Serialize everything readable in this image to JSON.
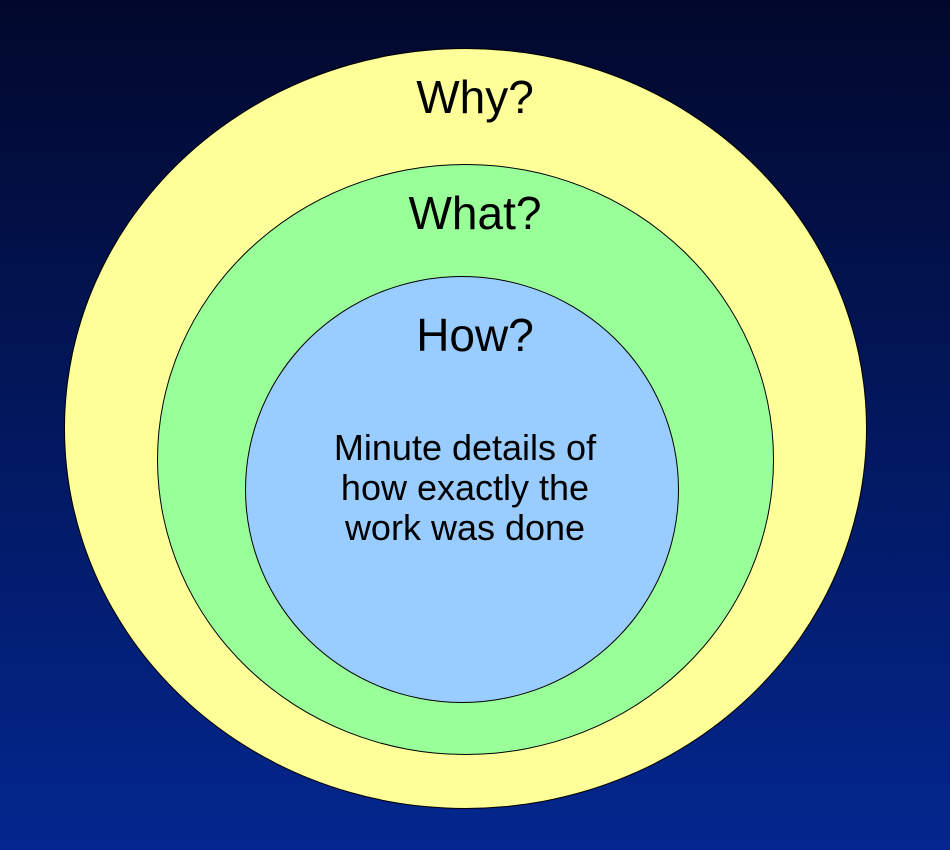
{
  "diagram": {
    "colors": {
      "background_top": "#02082c",
      "background_bottom": "#03278f",
      "outer_circle": "#ffff99",
      "middle_circle": "#99ff99",
      "inner_circle": "#99ccff",
      "outline": "#000000",
      "text": "#000000"
    },
    "outer": {
      "label": "Why?"
    },
    "middle": {
      "label": "What?"
    },
    "inner": {
      "label": "How?",
      "description_lines": [
        "Minute details of",
        "how exactly the",
        "work was done"
      ]
    }
  }
}
